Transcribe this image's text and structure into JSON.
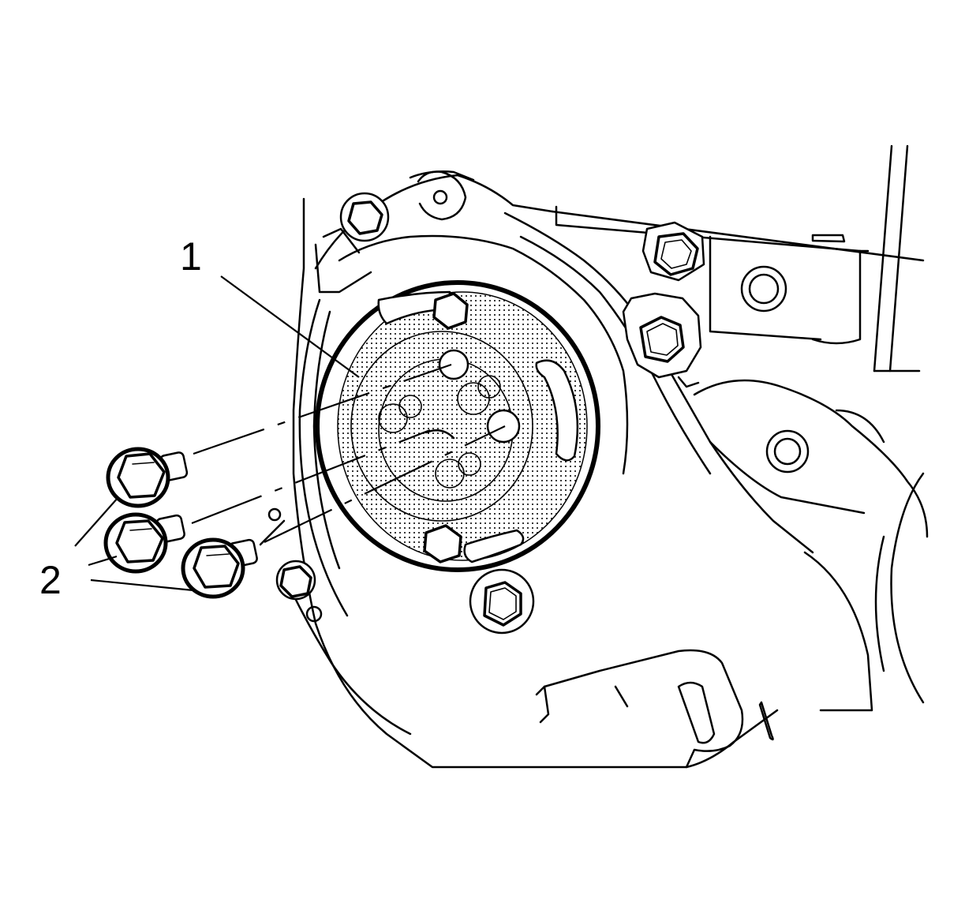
{
  "diagram": {
    "callouts": [
      {
        "id": "callout-1",
        "label": "1"
      },
      {
        "id": "callout-2",
        "label": "2"
      }
    ],
    "colors": {
      "line": "#000000",
      "background": "#ffffff",
      "shading": "#000000"
    }
  }
}
